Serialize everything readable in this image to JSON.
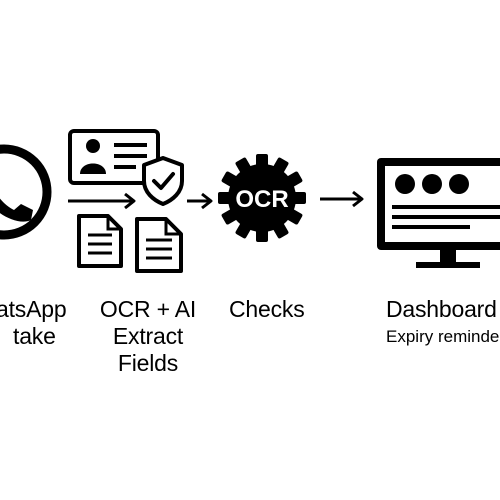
{
  "steps": [
    {
      "id": "whatsapp-intake",
      "icon": "whatsapp-phone-icon",
      "label_lines": [
        "atsApp",
        "take"
      ]
    },
    {
      "id": "ocr-ai-extract",
      "icon": "id-card-documents-icon",
      "label_lines": [
        "OCR + AI",
        "Extract",
        "Fields"
      ]
    },
    {
      "id": "checks",
      "icon": "ocr-gear-icon",
      "icon_text": "OCR",
      "label_lines": [
        "Checks"
      ]
    },
    {
      "id": "dashboard",
      "icon": "monitor-dashboard-icon",
      "label_lines": [
        "Dashboard"
      ],
      "sublabel": "Expiry reminde"
    }
  ],
  "connectors": [
    "arrow-right-icon",
    "arrow-right-icon",
    "arrow-right-icon"
  ],
  "colors": {
    "ink": "#000000",
    "paper": "#ffffff"
  }
}
